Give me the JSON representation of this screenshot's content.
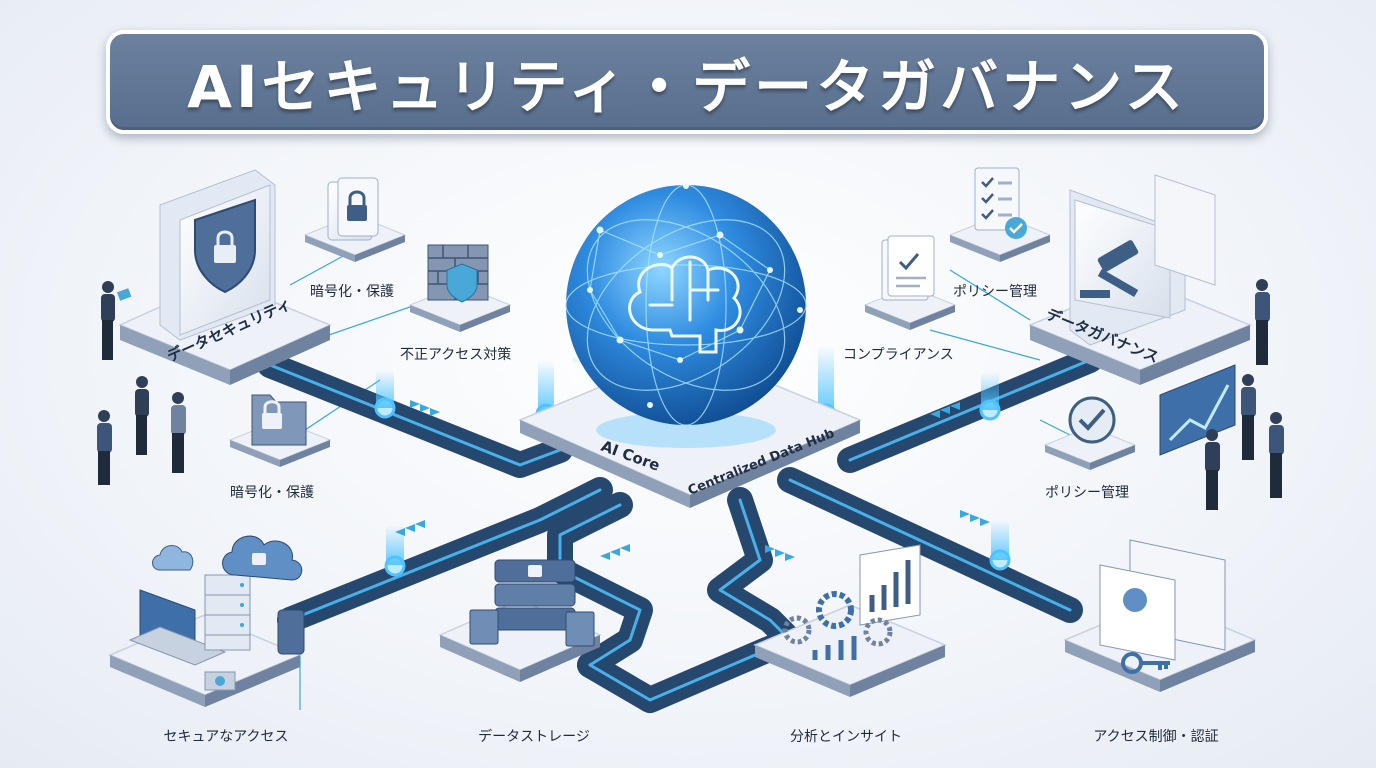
{
  "title": "AIセキュリティ・データガバナンス",
  "core": {
    "label": "AI Core",
    "hub_label": "Centralized Data Hub"
  },
  "left_platform": {
    "label": "データセキュリティ"
  },
  "right_platform": {
    "label": "データガバナンス"
  },
  "labels": {
    "encryption_top": "暗号化・保護",
    "unauthorized_access": "不正アクセス対策",
    "encryption_mid": "暗号化・保護",
    "policy_top": "ポリシー管理",
    "compliance": "コンプライアンス",
    "policy_mid": "ポリシー管理",
    "secure_access": "セキュアなアクセス",
    "data_storage": "データストレージ",
    "analytics": "分析とインサイト",
    "access_control": "アクセス制御・認証"
  },
  "colors": {
    "banner": "#5f7596",
    "pipe": "#27486e",
    "pipe_glow": "#4fc3ff",
    "globe": "#1f74c4",
    "platform_top": "#eef2f8",
    "platform_side": "#3c5578"
  }
}
